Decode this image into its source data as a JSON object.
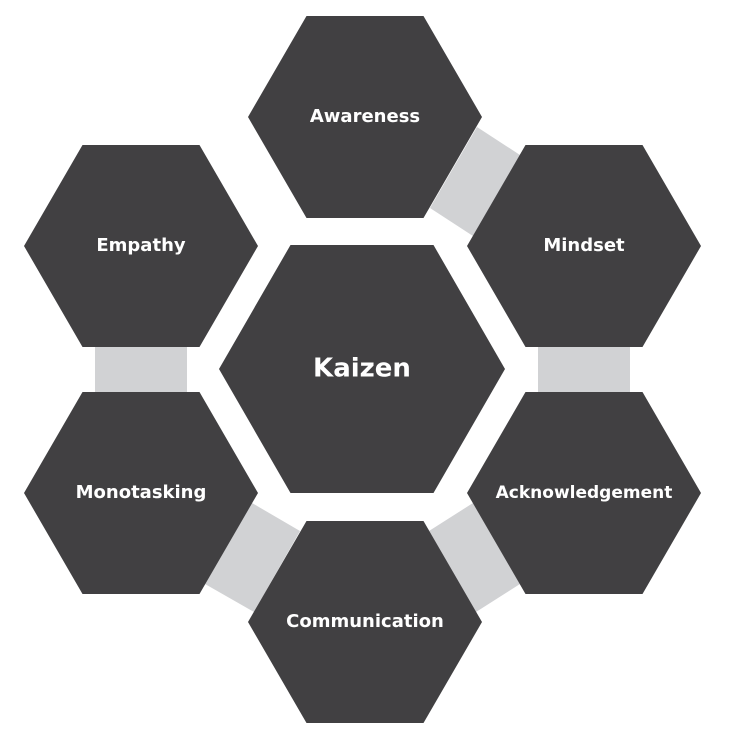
{
  "center": {
    "label": "Kaizen"
  },
  "nodes": [
    {
      "label": "Awareness"
    },
    {
      "label": "Mindset"
    },
    {
      "label": "Acknowledgement"
    },
    {
      "label": "Communication"
    },
    {
      "label": "Monotasking"
    },
    {
      "label": "Empathy"
    }
  ],
  "colors": {
    "hex": "#414042",
    "connector": "#d1d2d4",
    "text": "#ffffff"
  }
}
